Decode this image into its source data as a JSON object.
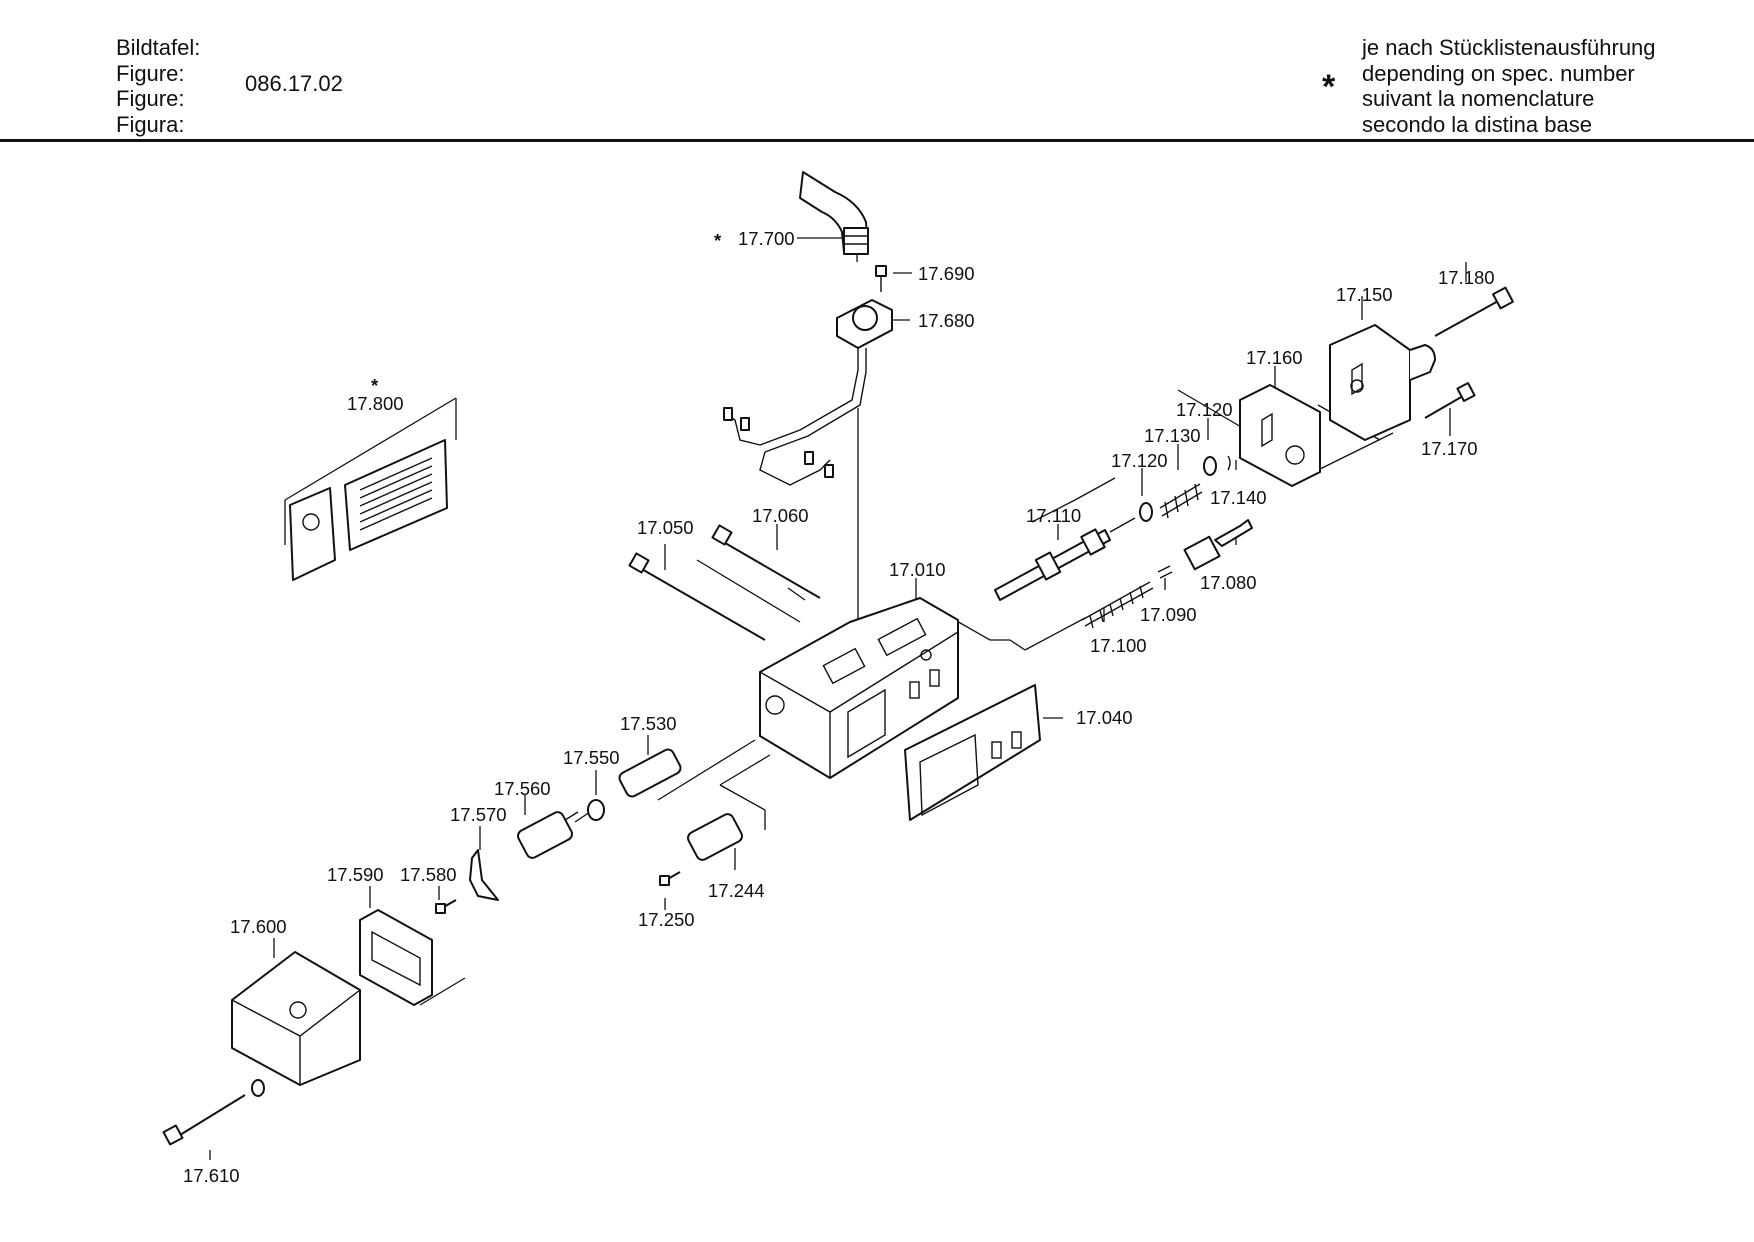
{
  "header": {
    "labels": [
      "Bildtafel:",
      "Figure:",
      "Figure:",
      "Figura:"
    ],
    "figure_number": "086.17.02",
    "note_lines": [
      "je nach Stücklistenausführung",
      "depending on spec. number",
      "suivant la nomenclature",
      "secondo la distina base"
    ],
    "note_symbol": "*"
  },
  "parts": [
    {
      "id": "p17700",
      "label": "17.700",
      "star": true
    },
    {
      "id": "p17690",
      "label": "17.690"
    },
    {
      "id": "p17680",
      "label": "17.680"
    },
    {
      "id": "p17800",
      "label": "17.800",
      "star": true
    },
    {
      "id": "p17180",
      "label": "17.180"
    },
    {
      "id": "p17150",
      "label": "17.150"
    },
    {
      "id": "p17160",
      "label": "17.160"
    },
    {
      "id": "p17120a",
      "label": "17.120"
    },
    {
      "id": "p17130",
      "label": "17.130"
    },
    {
      "id": "p17120b",
      "label": "17.120"
    },
    {
      "id": "p17140",
      "label": "17.140"
    },
    {
      "id": "p17170",
      "label": "17.170"
    },
    {
      "id": "p17110",
      "label": "17.110"
    },
    {
      "id": "p17050",
      "label": "17.050"
    },
    {
      "id": "p17060",
      "label": "17.060"
    },
    {
      "id": "p17010",
      "label": "17.010"
    },
    {
      "id": "p17080",
      "label": "17.080"
    },
    {
      "id": "p17090",
      "label": "17.090"
    },
    {
      "id": "p17100",
      "label": "17.100"
    },
    {
      "id": "p17040",
      "label": "17.040"
    },
    {
      "id": "p17530",
      "label": "17.530"
    },
    {
      "id": "p17550",
      "label": "17.550"
    },
    {
      "id": "p17560",
      "label": "17.560"
    },
    {
      "id": "p17570",
      "label": "17.570"
    },
    {
      "id": "p17590",
      "label": "17.590"
    },
    {
      "id": "p17580",
      "label": "17.580"
    },
    {
      "id": "p17600",
      "label": "17.600"
    },
    {
      "id": "p17244",
      "label": "17.244"
    },
    {
      "id": "p17250",
      "label": "17.250"
    },
    {
      "id": "p17610",
      "label": "17.610"
    }
  ]
}
